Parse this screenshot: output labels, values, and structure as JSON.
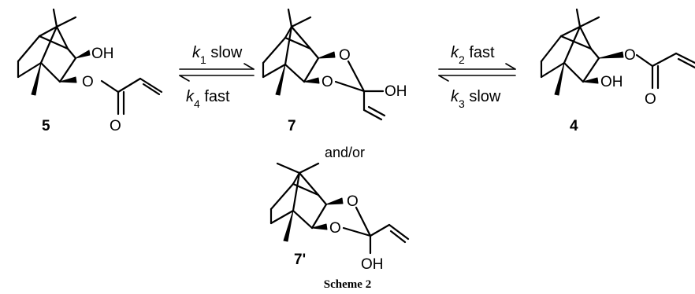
{
  "compounds": [
    {
      "label": "5",
      "substituents": [
        "OH",
        "O",
        "O"
      ]
    },
    {
      "label": "7",
      "substituents": [
        "O",
        "O",
        "OH"
      ]
    },
    {
      "label": "4",
      "substituents": [
        "O",
        "OH",
        "O"
      ]
    },
    {
      "label": "7'",
      "substituents": [
        "O",
        "O",
        "OH"
      ]
    }
  ],
  "equilibria": [
    {
      "forward": {
        "k": "k",
        "sub": "1",
        "speed": "slow"
      },
      "reverse": {
        "k": "k",
        "sub": "4",
        "speed": "fast"
      }
    },
    {
      "forward": {
        "k": "k",
        "sub": "2",
        "speed": "fast"
      },
      "reverse": {
        "k": "k",
        "sub": "3",
        "speed": "slow"
      }
    }
  ],
  "note": "and/or",
  "caption": "Scheme 2"
}
